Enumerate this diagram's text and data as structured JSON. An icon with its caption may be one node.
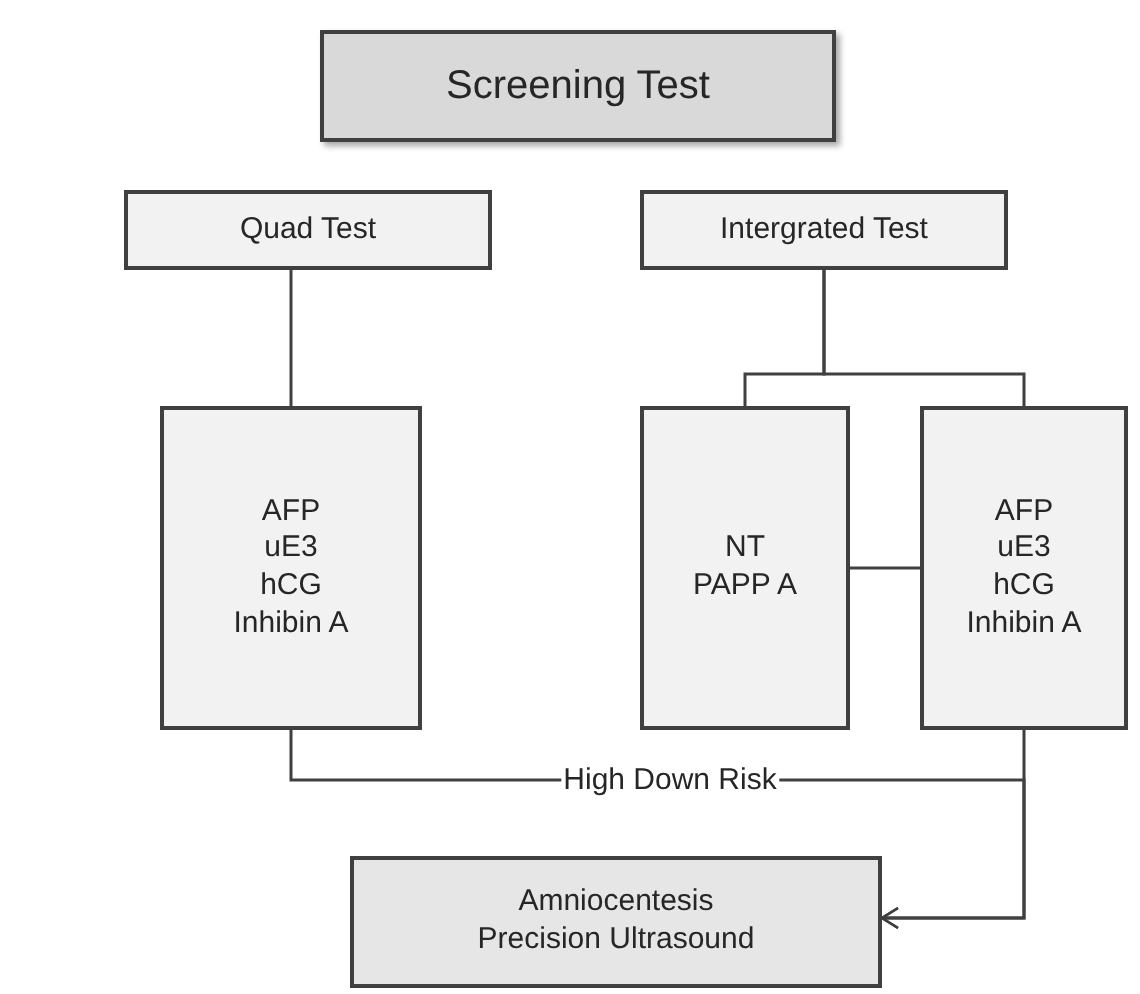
{
  "diagram": {
    "nodes": [
      {
        "text": [
          "Screening Test"
        ]
      },
      {
        "text": [
          "Quad Test"
        ]
      },
      {
        "text": [
          "Intergrated Test"
        ]
      },
      {
        "text": [
          "AFP",
          "uE3",
          "hCG",
          "Inhibin A"
        ]
      },
      {
        "text": [
          "NT",
          "PAPP A"
        ]
      },
      {
        "text": [
          "AFP",
          "uE3",
          "hCG",
          "Inhibin A"
        ]
      },
      {
        "text": [
          "Amniocentesis",
          "Precision Ultrasound"
        ]
      }
    ],
    "edges": [
      {
        "from": 1,
        "to": 3,
        "arrow": "none"
      },
      {
        "from": 2,
        "to": 4,
        "arrow": "none"
      },
      {
        "from": 2,
        "to": 5,
        "arrow": "none"
      },
      {
        "from": 4,
        "to": 5,
        "arrow": "none"
      },
      {
        "from": 3,
        "to": 6,
        "arrow": "to",
        "label": "High Down Risk"
      },
      {
        "from": 5,
        "to": 6,
        "arrow": "to"
      }
    ]
  }
}
